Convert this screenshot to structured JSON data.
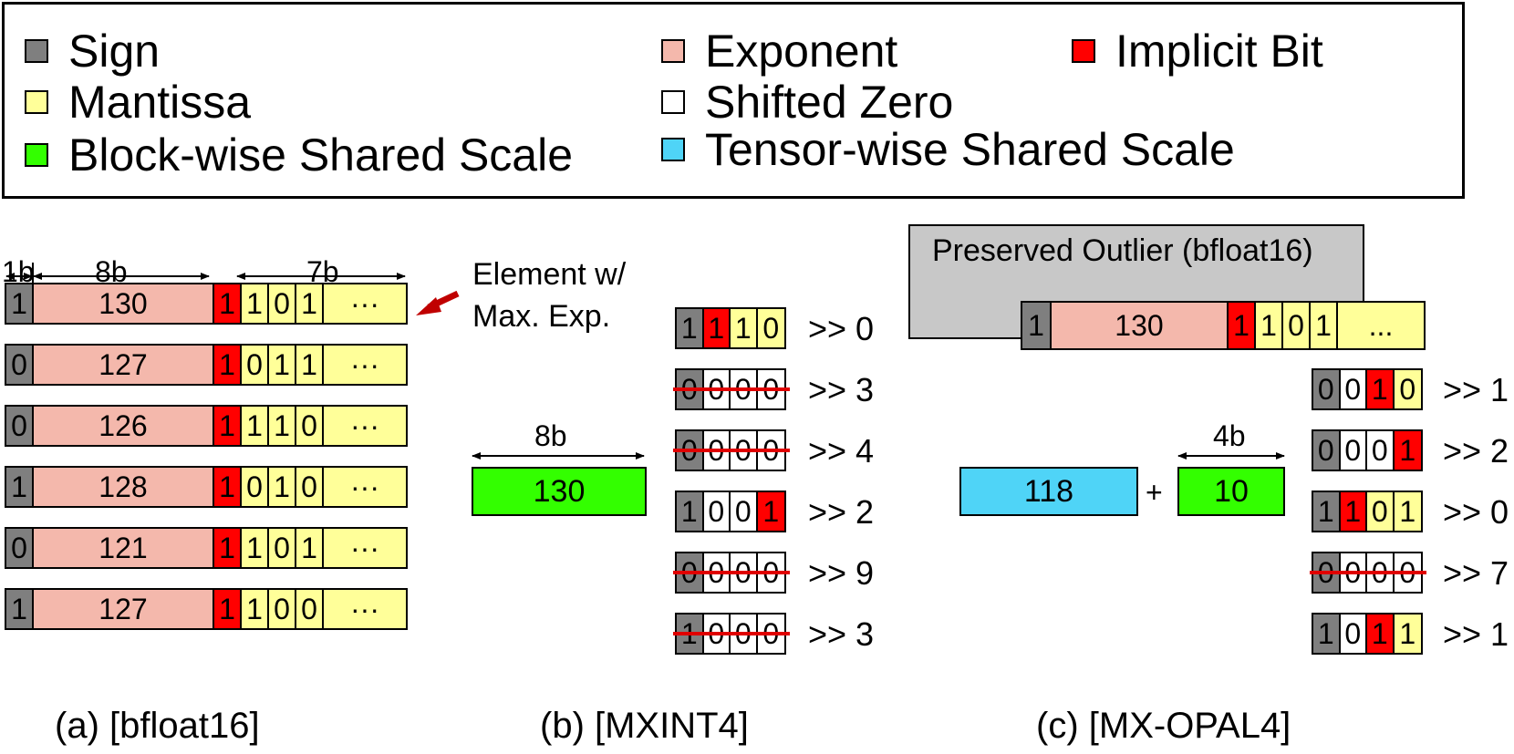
{
  "legend": {
    "sign": "Sign",
    "exponent": "Exponent",
    "implicit_bit": "Implicit Bit",
    "mantissa": "Mantissa",
    "shifted_zero": "Shifted Zero",
    "block_scale": "Block-wise Shared Scale",
    "tensor_scale": "Tensor-wise Shared Scale"
  },
  "colors": {
    "sign": "#7f7f7f",
    "exponent": "#f4b8ac",
    "implicit_bit": "#ff0000",
    "mantissa": "#ffff99",
    "shifted_zero": "#ffffff",
    "block_scale": "#33ff00",
    "tensor_scale": "#4fd4f7",
    "strike": "#e00000"
  },
  "panel_a": {
    "caption": "(a)  [bfloat16]",
    "dim_sign": "1b",
    "dim_exp": "8b",
    "dim_man": "7b",
    "annotation_line1": "Element w/",
    "annotation_line2": "Max. Exp.",
    "rows": [
      {
        "sign": "1",
        "exp": "130",
        "imp": "1",
        "m": [
          "1",
          "0",
          "1"
        ],
        "more": "···"
      },
      {
        "sign": "0",
        "exp": "127",
        "imp": "1",
        "m": [
          "0",
          "1",
          "1"
        ],
        "more": "···"
      },
      {
        "sign": "0",
        "exp": "126",
        "imp": "1",
        "m": [
          "1",
          "1",
          "0"
        ],
        "more": "···"
      },
      {
        "sign": "1",
        "exp": "128",
        "imp": "1",
        "m": [
          "0",
          "1",
          "0"
        ],
        "more": "···"
      },
      {
        "sign": "0",
        "exp": "121",
        "imp": "1",
        "m": [
          "1",
          "0",
          "1"
        ],
        "more": "···"
      },
      {
        "sign": "1",
        "exp": "127",
        "imp": "1",
        "m": [
          "1",
          "0",
          "0"
        ],
        "more": "···"
      }
    ]
  },
  "panel_b": {
    "caption": "(b)  [MXINT4]",
    "dim_scale": "8b",
    "shared_scale": "130",
    "rows": [
      {
        "bits": [
          "1",
          "1",
          "1",
          "0"
        ],
        "kinds": [
          "sign",
          "imp",
          "man",
          "man"
        ],
        "struck": false,
        "shift": ">> 0"
      },
      {
        "bits": [
          "0",
          "0",
          "0",
          "0"
        ],
        "kinds": [
          "sign",
          "zero",
          "zero",
          "zero"
        ],
        "struck": true,
        "shift": ">> 3"
      },
      {
        "bits": [
          "0",
          "0",
          "0",
          "0"
        ],
        "kinds": [
          "sign",
          "zero",
          "zero",
          "zero"
        ],
        "struck": true,
        "shift": ">> 4"
      },
      {
        "bits": [
          "1",
          "0",
          "0",
          "1"
        ],
        "kinds": [
          "sign",
          "zero",
          "zero",
          "imp"
        ],
        "struck": false,
        "shift": ">> 2"
      },
      {
        "bits": [
          "0",
          "0",
          "0",
          "0"
        ],
        "kinds": [
          "sign",
          "zero",
          "zero",
          "zero"
        ],
        "struck": true,
        "shift": ">> 9"
      },
      {
        "bits": [
          "1",
          "0",
          "0",
          "0"
        ],
        "kinds": [
          "sign",
          "zero",
          "zero",
          "zero"
        ],
        "struck": true,
        "shift": ">> 3"
      }
    ]
  },
  "panel_c": {
    "caption": "(c)  [MX-OPAL4]",
    "outlier_title": "Preserved Outlier (bfloat16)",
    "outlier": {
      "sign": "1",
      "exp": "130",
      "imp": "1",
      "m": [
        "1",
        "0",
        "1"
      ],
      "more": "..."
    },
    "tensor_scale": "118",
    "plus": "+",
    "dim_block": "4b",
    "block_scale": "10",
    "rows": [
      {
        "bits": [
          "0",
          "0",
          "1",
          "0"
        ],
        "kinds": [
          "sign",
          "zero",
          "imp",
          "man"
        ],
        "struck": false,
        "shift": ">> 1"
      },
      {
        "bits": [
          "0",
          "0",
          "0",
          "1"
        ],
        "kinds": [
          "sign",
          "zero",
          "zero",
          "imp"
        ],
        "struck": false,
        "shift": ">> 2"
      },
      {
        "bits": [
          "1",
          "1",
          "0",
          "1"
        ],
        "kinds": [
          "sign",
          "imp",
          "man",
          "man"
        ],
        "struck": false,
        "shift": ">> 0"
      },
      {
        "bits": [
          "0",
          "0",
          "0",
          "0"
        ],
        "kinds": [
          "sign",
          "zero",
          "zero",
          "zero"
        ],
        "struck": true,
        "shift": ">> 7"
      },
      {
        "bits": [
          "1",
          "0",
          "1",
          "1"
        ],
        "kinds": [
          "sign",
          "zero",
          "imp",
          "man"
        ],
        "struck": false,
        "shift": ">> 1"
      }
    ]
  }
}
